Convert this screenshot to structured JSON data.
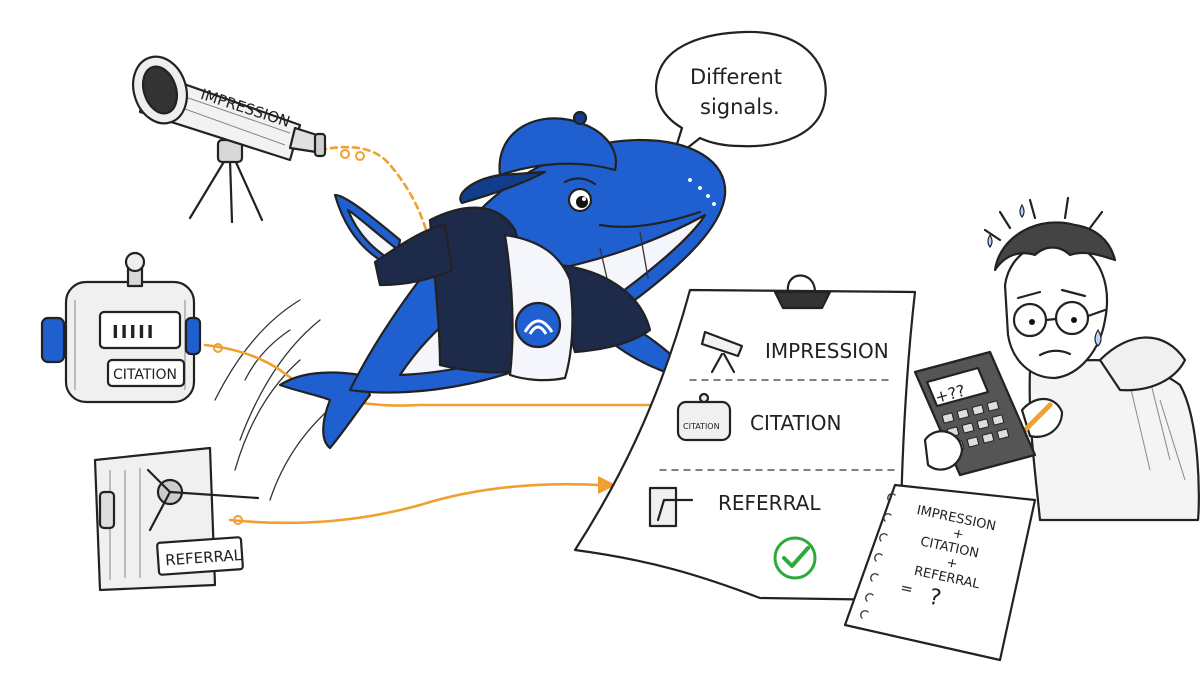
{
  "speech_bubble": {
    "line1": "Different",
    "line2": "signals."
  },
  "sources": {
    "telescope_label": "IMPRESSION",
    "counter_label": "CITATION",
    "counter_digits": "IIIII",
    "turnstile_label": "REFERRAL"
  },
  "report": {
    "rows": [
      {
        "label": "IMPRESSION"
      },
      {
        "label": "CITATION",
        "icon_text": "CITATION"
      },
      {
        "label": "REFERRAL"
      }
    ]
  },
  "calculator": {
    "display": "+??"
  },
  "notebook": {
    "line1": "IMPRESSION",
    "op1": "+",
    "line2": "CITATION",
    "op2": "+",
    "line3": "REFERRAL",
    "equals": "=",
    "result": "?"
  },
  "colors": {
    "arrow": "#f0a030",
    "whale_blue": "#1f5fd0",
    "whale_dark": "#123c8c",
    "hoodie": "#1d2a4a",
    "check": "#2faa3a",
    "ink": "#222222"
  }
}
